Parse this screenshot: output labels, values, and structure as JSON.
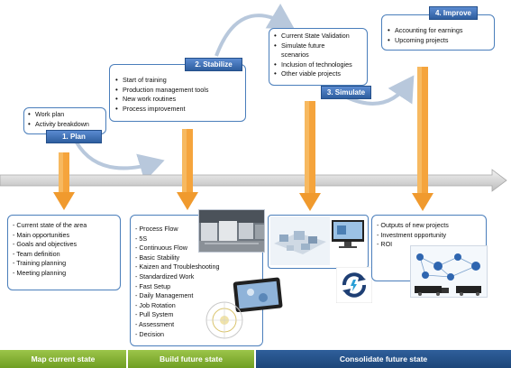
{
  "steps": [
    {
      "label": "1. Plan",
      "items": [
        "Work plan",
        "Activity breakdown"
      ]
    },
    {
      "label": "2. Stabilize",
      "items": [
        "Start of training",
        "Production management tools",
        "New work routines",
        "Process improvement"
      ]
    },
    {
      "label": "3. Simulate",
      "items": [
        "Current State Validation",
        "Simulate future scenarios",
        "Inclusion of technologies",
        "Other viable projects"
      ]
    },
    {
      "label": "4. Improve",
      "items": [
        "Accounting for earnings",
        "Upcoming projects"
      ]
    }
  ],
  "outputs": {
    "map": [
      "Current state of the area",
      "Main opportunities",
      "Goals and objectives",
      "Team definition",
      "Training planning",
      "Meeting planning"
    ],
    "build": [
      "Process Flow",
      "5S",
      "Continuous Flow",
      "Basic Stability",
      "Kaizen and Troubleshooting",
      "Standardized Work",
      "Fast Setup",
      "Daily Management",
      "Job Rotation",
      "Pull System",
      "Assessment",
      "Decision"
    ],
    "consolidate": [
      "Outputs of new projects",
      "Investment opportunity",
      "ROI"
    ]
  },
  "phases": {
    "map": "Map current state",
    "build": "Build future state",
    "consolidate": "Consolidate future state"
  },
  "colors": {
    "accent_blue": "#3a6db5",
    "orange": "#f5a43c",
    "green": "#7cab2e",
    "navy": "#1f4e87"
  }
}
